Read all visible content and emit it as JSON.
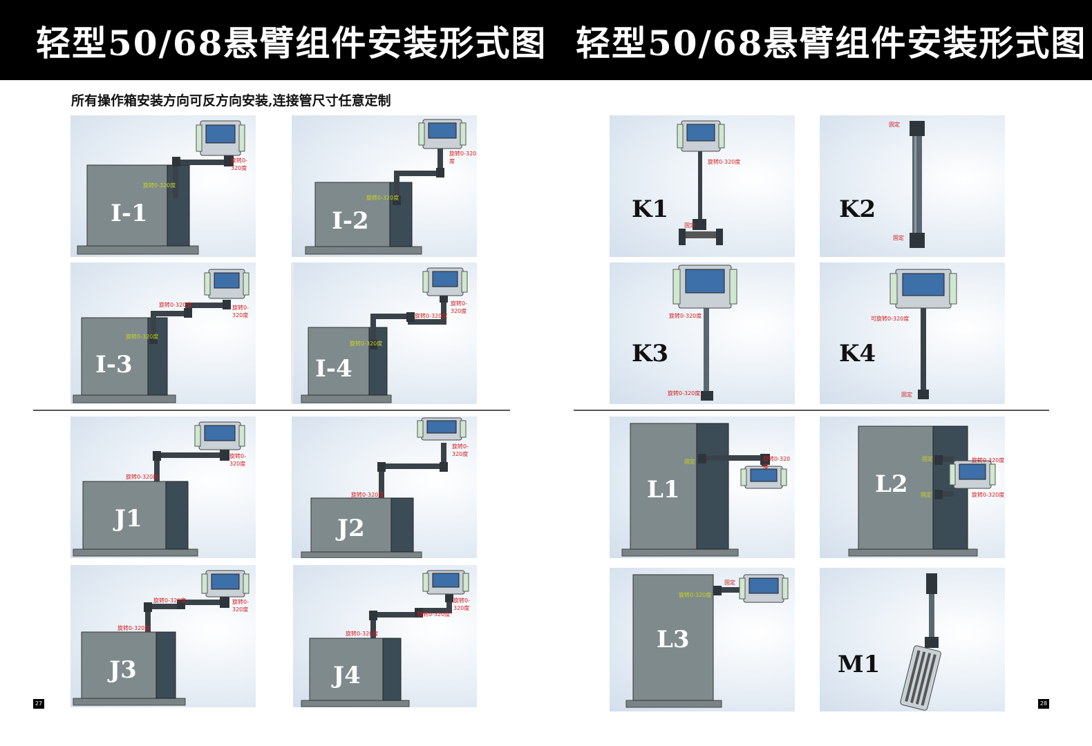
{
  "header": {
    "title_left": "轻型50/68悬臂组件安装形式图",
    "title_right": "轻型50/68悬臂组件安装形式图"
  },
  "subtitle": "所有操作箱安装方向可反方向安装,连接管尺寸任意定制",
  "annotations": {
    "rotate": "旋转0-320度",
    "rotate_can": "可旋转0-320度",
    "fixed": "固定"
  },
  "panels": {
    "I1": "I-1",
    "I2": "I-2",
    "I3": "I-3",
    "I4": "I-4",
    "J1": "J1",
    "J2": "J2",
    "J3": "J3",
    "J4": "J4",
    "K1": "K1",
    "K2": "K2",
    "K3": "K3",
    "K4": "K4",
    "L1": "L1",
    "L2": "L2",
    "L3": "L3",
    "M1": "M1"
  },
  "page_numbers": {
    "left": "27",
    "right": "28"
  },
  "colors": {
    "cabinet_front": "#7f8a8c",
    "cabinet_side": "#3c4c56",
    "base": "#7a8487",
    "pipe": "#3a4249",
    "screen": "#3d6fa8",
    "annotation_red": "#d21a1a",
    "annotation_yellow": "#c8d61c"
  }
}
